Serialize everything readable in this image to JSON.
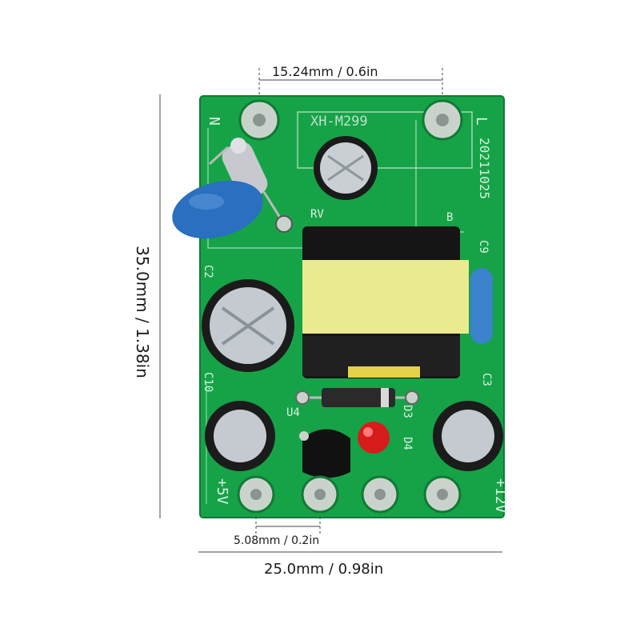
{
  "dimensions": {
    "pin_spacing_top": "15.24mm / 0.6in",
    "height": "35.0mm / 1.38in",
    "width": "25.0mm / 0.98in",
    "pin_pitch_bottom": "5.08mm / 0.2in"
  },
  "board": {
    "model_silkscreen": "XH-M299",
    "date_code": "20211025",
    "pin_label_n": "N",
    "pin_label_l": "L",
    "output_5v": "+5V",
    "output_12v": "+12V",
    "component_labels": {
      "c2": "C2",
      "c9": "C9",
      "c10": "C10",
      "c3": "C3",
      "u4": "U4",
      "d3": "D3",
      "d4": "D4",
      "rv": "RV",
      "b": "B"
    }
  },
  "colors": {
    "pcb": "#16a347",
    "silkscreen": "#d8efe0",
    "transformer_tape": "#e9eb8e",
    "capacitor_blue": "#2a6fc0",
    "led_red": "#d81b1b"
  }
}
